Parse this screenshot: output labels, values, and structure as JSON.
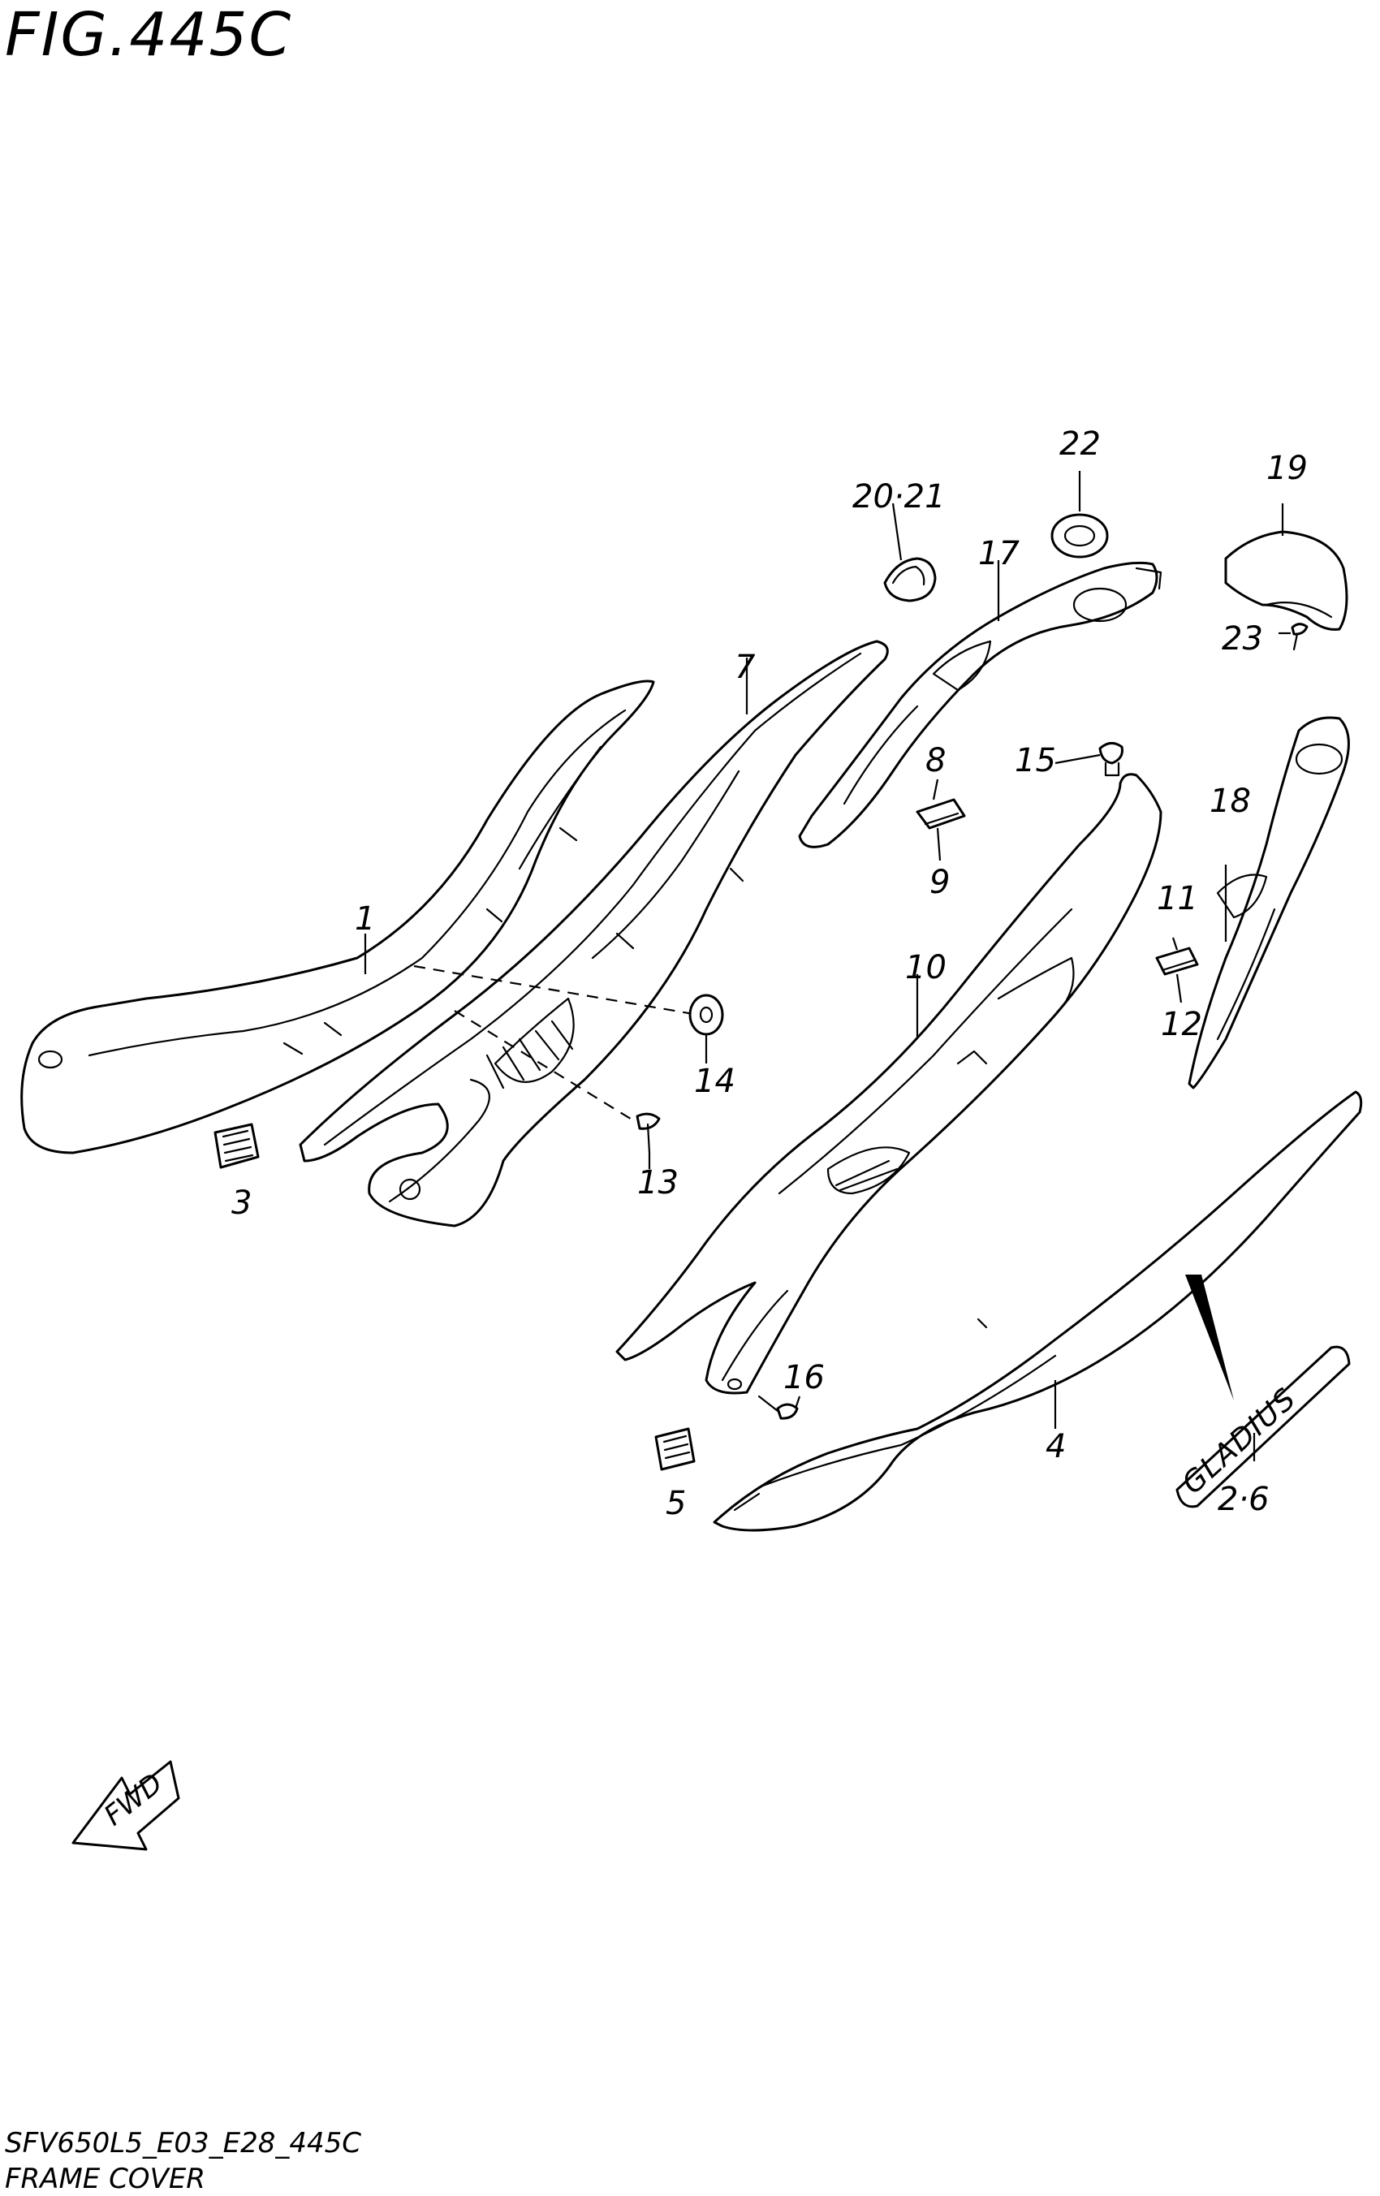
{
  "figure": {
    "title": "FIG.445C",
    "code": "SFV650L5_E03_E28_445C",
    "name": "FRAME COVER"
  },
  "callouts": {
    "c1": "1",
    "c2_6": "2·6",
    "c3": "3",
    "c4": "4",
    "c5": "5",
    "c7": "7",
    "c8": "8",
    "c9": "9",
    "c10": "10",
    "c11": "11",
    "c12": "12",
    "c13": "13",
    "c14": "14",
    "c15": "15",
    "c16": "16",
    "c17": "17",
    "c18": "18",
    "c19": "19",
    "c20_21": "20·21",
    "c22": "22",
    "c23": "23"
  },
  "emblem_text": "GLADIUS",
  "fwd_label": "FWD"
}
